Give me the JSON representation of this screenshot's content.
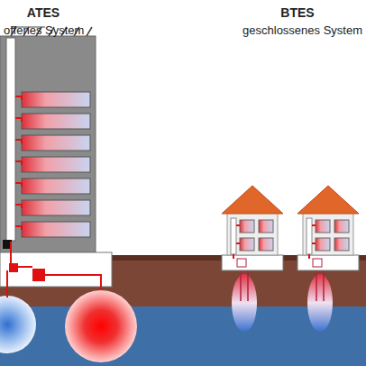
{
  "diagram": {
    "labels": [
      "ATES",
      "offenes System",
      "BTES",
      "geschlossenes System"
    ]
  }
}
